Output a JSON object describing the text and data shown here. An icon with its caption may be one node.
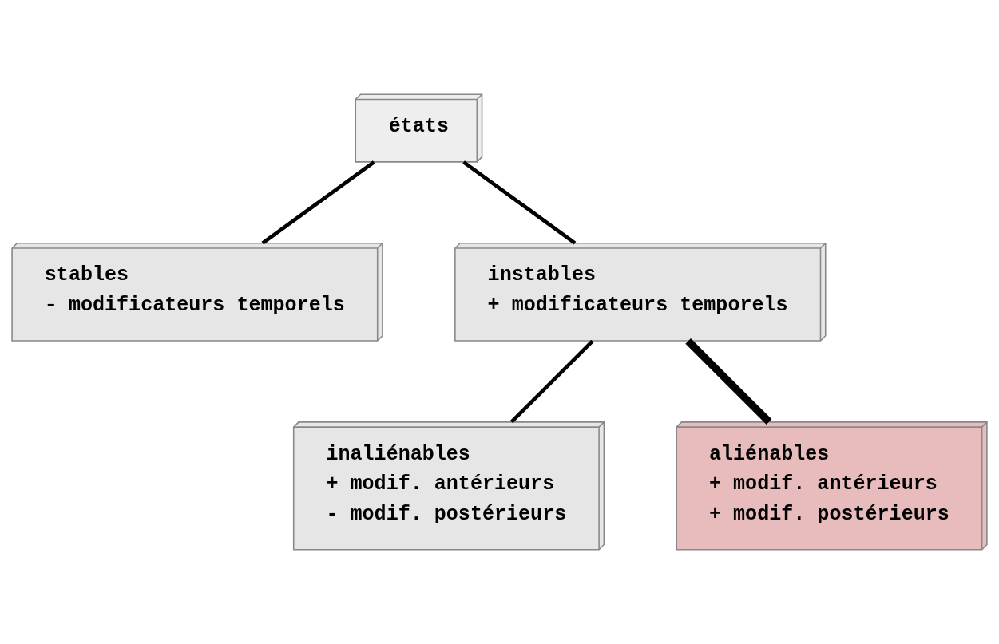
{
  "diagram": {
    "nodes": [
      {
        "text": [
          "états"
        ]
      },
      {
        "text": [
          "stables",
          "- modificateurs temporels"
        ]
      },
      {
        "text": [
          "instables",
          "+ modificateurs temporels"
        ]
      },
      {
        "text": [
          "inaliénables",
          "+ modif. antérieurs",
          "- modif. postérieurs"
        ]
      },
      {
        "text": [
          "aliénables",
          "+ modif. antérieurs",
          "+ modif. postérieurs"
        ]
      }
    ],
    "edges": [
      {
        "from": 0,
        "to": 1,
        "arrow": "none"
      },
      {
        "from": 0,
        "to": 2,
        "arrow": "none"
      },
      {
        "from": 2,
        "to": 3,
        "arrow": "none"
      },
      {
        "from": 2,
        "to": 4,
        "arrow": "none",
        "style": "thick"
      }
    ]
  }
}
